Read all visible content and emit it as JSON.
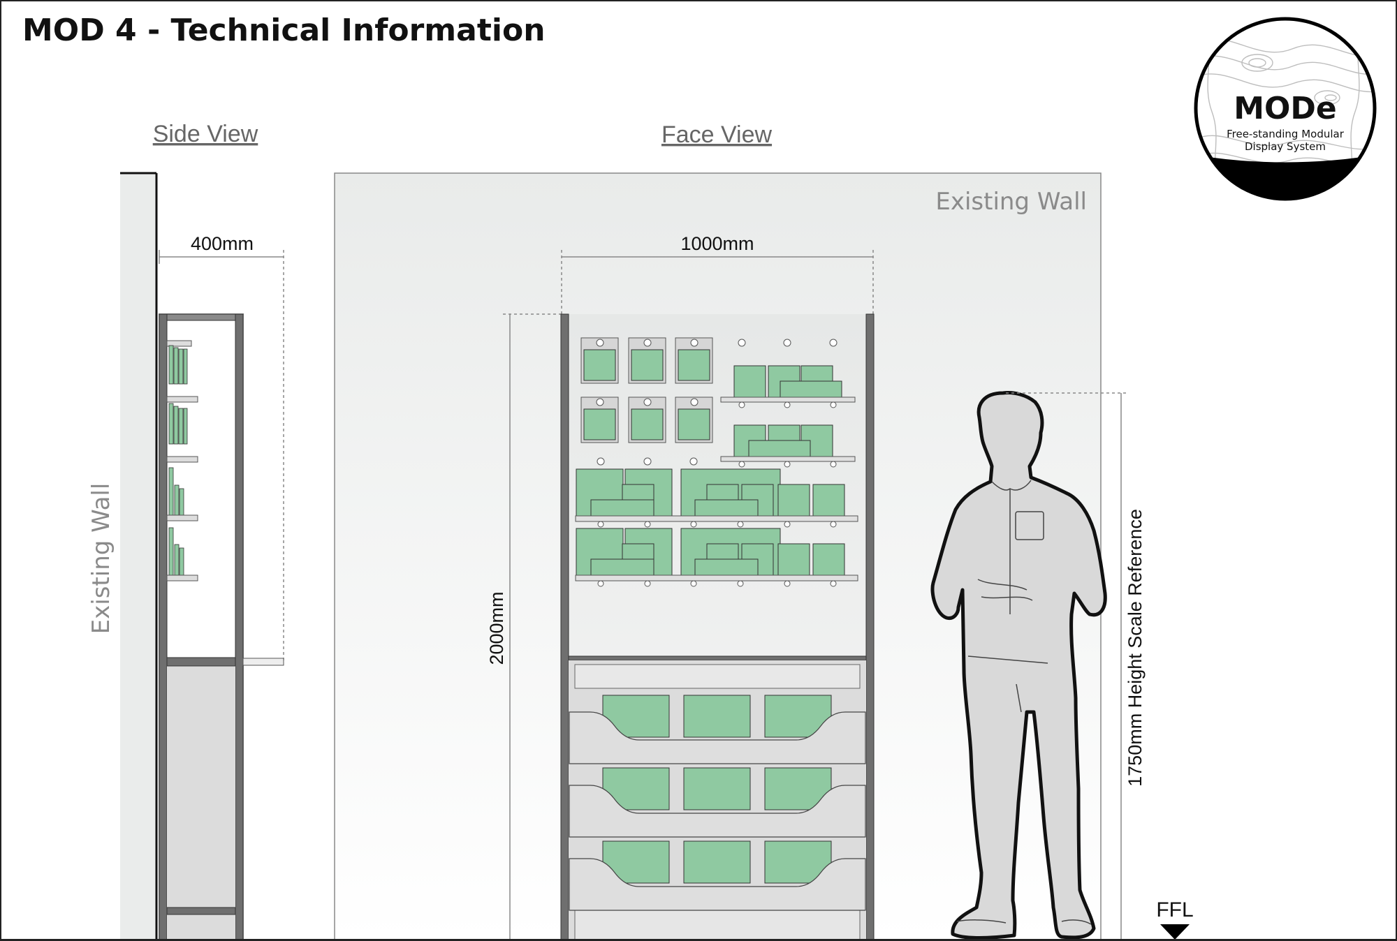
{
  "header": {
    "title": "MOD 4  - Technical Information"
  },
  "logo": {
    "name": "MODe",
    "subtitle_line1": "Free-standing Modular",
    "subtitle_line2": "Display System"
  },
  "side_view": {
    "heading": "Side View",
    "depth_label": "400mm",
    "wall_label": "Existing Wall"
  },
  "face_view": {
    "heading": "Face View",
    "wall_label": "Existing Wall",
    "width_label": "1000mm",
    "height_label": "2000mm"
  },
  "scale_reference": {
    "label": "1750mm Height Scale Reference"
  },
  "floor": {
    "label": "FFL"
  },
  "colors": {
    "card_green": "#8fc9a1",
    "frame_grey": "#6f6f6f",
    "panel_grey": "#dcdcdc",
    "wall_grey": "#eaeceb"
  }
}
